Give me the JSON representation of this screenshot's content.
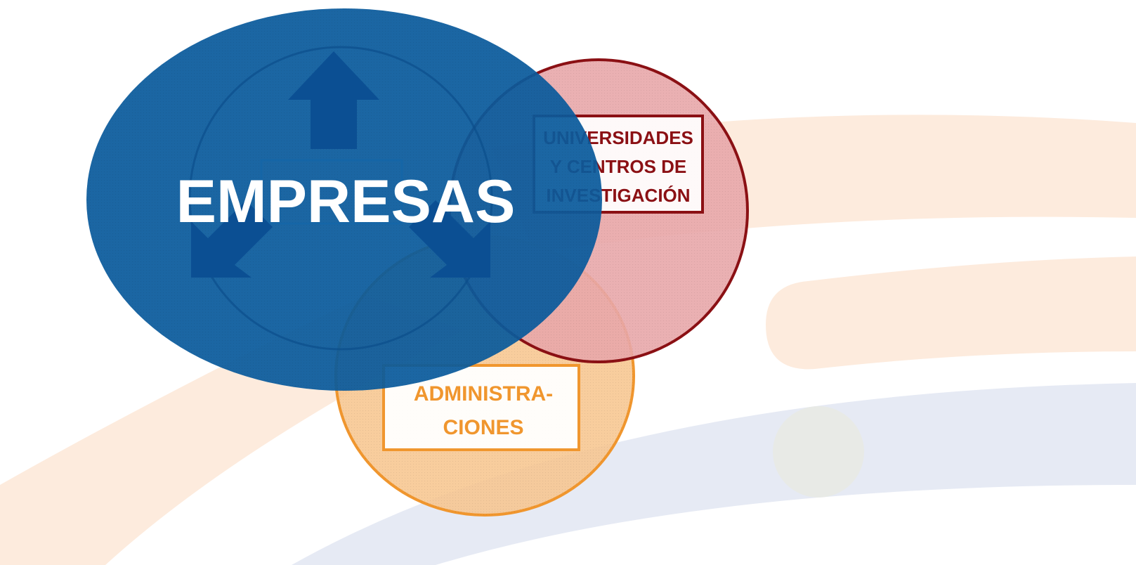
{
  "diagram": {
    "type": "venn",
    "circles": [
      {
        "id": "empresas",
        "label": "EMPRESAS",
        "color": "#0A5A9C",
        "label_color": "#FFFFFF"
      },
      {
        "id": "universidades",
        "label_lines": [
          "UNIVERSIDADES",
          "Y CENTROS DE",
          "INVESTIGACIÓN"
        ],
        "color": "#8B1014",
        "fill": "#E8A7AA"
      },
      {
        "id": "administraciones",
        "label_lines": [
          "ADMINISTRA-",
          "CIONES"
        ],
        "color": "#F0962E",
        "fill": "#F7C48C"
      }
    ],
    "icons": [
      "arrow-up-icon",
      "arrow-down-left-icon",
      "arrow-down-right-icon"
    ]
  },
  "background": {
    "colors": {
      "orange_band": "#FDEBDD",
      "blue_band": "#E6EAF4",
      "dot": "#E8EAE6"
    }
  }
}
